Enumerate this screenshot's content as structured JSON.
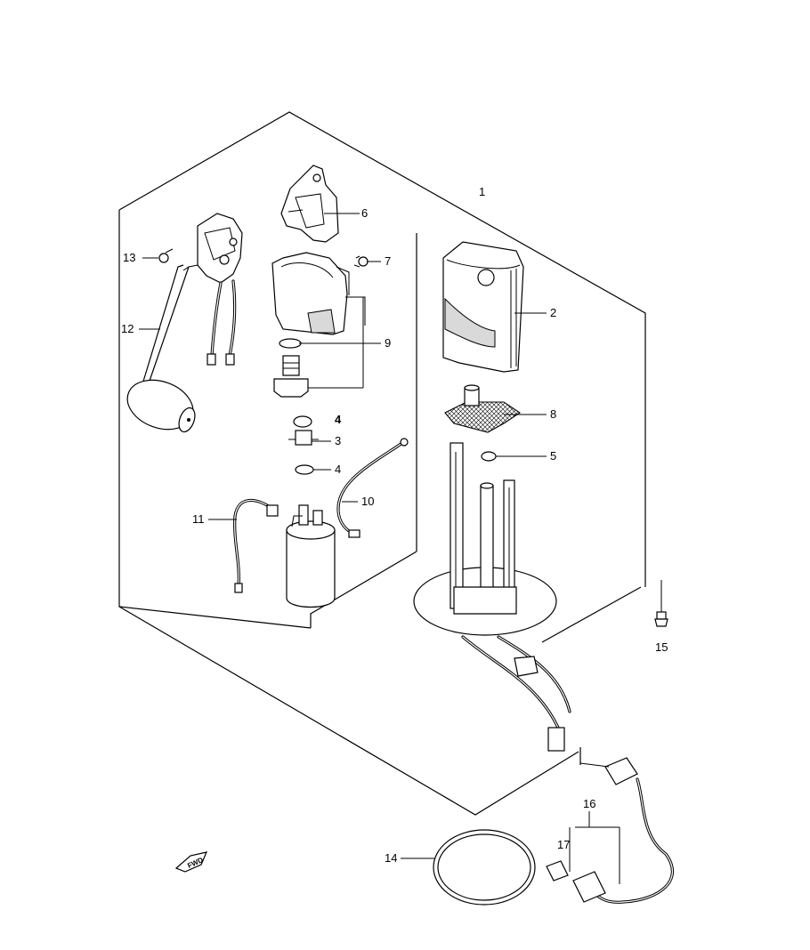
{
  "diagram": {
    "assembly_label": "1",
    "fwd_label": "FWD",
    "callouts": [
      {
        "id": "2",
        "text": "2"
      },
      {
        "id": "3",
        "text": "3"
      },
      {
        "id": "4a",
        "text": "4"
      },
      {
        "id": "4b",
        "text": "4"
      },
      {
        "id": "5",
        "text": "5"
      },
      {
        "id": "6",
        "text": "6"
      },
      {
        "id": "7",
        "text": "7"
      },
      {
        "id": "8",
        "text": "8"
      },
      {
        "id": "9",
        "text": "9"
      },
      {
        "id": "10",
        "text": "10"
      },
      {
        "id": "11",
        "text": "11"
      },
      {
        "id": "12",
        "text": "12"
      },
      {
        "id": "13",
        "text": "13"
      },
      {
        "id": "14",
        "text": "14"
      },
      {
        "id": "15",
        "text": "15"
      },
      {
        "id": "16",
        "text": "16"
      },
      {
        "id": "17",
        "text": "17"
      }
    ]
  }
}
